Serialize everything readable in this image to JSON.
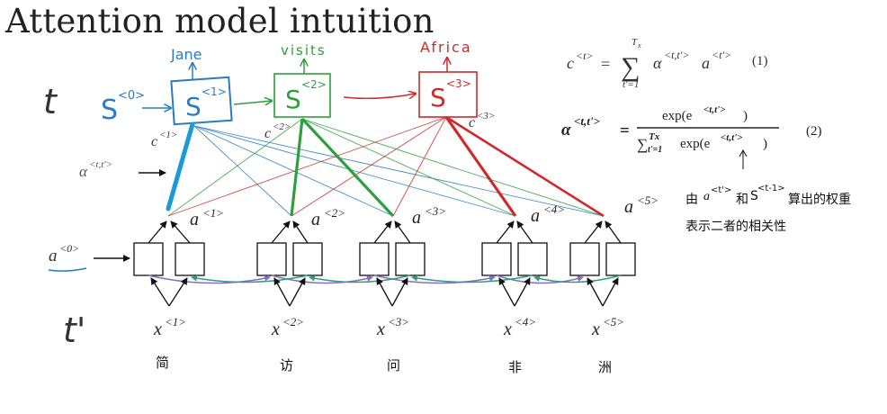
{
  "title": "Attention model intuition",
  "outputs": [
    {
      "word": "Jane",
      "state_label": "S",
      "state_sup": "<1>",
      "context_label": "c",
      "context_sup": "<1>",
      "color": "#2a7cc0"
    },
    {
      "word": "visits",
      "state_label": "S",
      "state_sup": "<2>",
      "context_label": "c",
      "context_sup": "<2>",
      "color": "#2e9e3e"
    },
    {
      "word": "Africa",
      "state_label": "S",
      "state_sup": "<3>",
      "context_label": "c",
      "context_sup": "<3>",
      "color": "#cf2a2a"
    }
  ],
  "initial_state": {
    "label": "S",
    "sup": "<0>"
  },
  "alpha_label": {
    "base": "α",
    "sup": "<t,t'>"
  },
  "a0_label": {
    "base": "a",
    "sup": "<0>"
  },
  "hand_t": "t",
  "hand_t_prime": "t'",
  "annotations": [
    {
      "base": "a",
      "sup": "<1>"
    },
    {
      "base": "a",
      "sup": "<2>"
    },
    {
      "base": "a",
      "sup": "<3>"
    },
    {
      "base": "a",
      "sup": "<4>"
    },
    {
      "base": "a",
      "sup": "<5>"
    }
  ],
  "inputs": [
    {
      "base": "x",
      "sup": "<1>",
      "char": "简"
    },
    {
      "base": "x",
      "sup": "<2>",
      "char": "访"
    },
    {
      "base": "x",
      "sup": "<3>",
      "char": "问"
    },
    {
      "base": "x",
      "sup": "<4>",
      "char": "非"
    },
    {
      "base": "x",
      "sup": "<5>",
      "char": "洲"
    }
  ],
  "formulas": {
    "eq1": {
      "lhs_base": "c",
      "lhs_sup": "<t>",
      "eq": "=",
      "sum_upper": "T",
      "sum_upper_sub": "x",
      "sum_lower": "t'=1",
      "term1_base": "α",
      "term1_sup": "<t,t'>",
      "term2_base": "a",
      "term2_sup": "<t'>",
      "tag": "(1)"
    },
    "eq2": {
      "lhs_base": "α",
      "lhs_sup": "<t,t'>",
      "eq": "=",
      "numerator": "exp(e",
      "num_sup": "<t,t'>",
      "num_close": ")",
      "sum": "∑",
      "sum_upper": "Tx",
      "sum_lower": "t'=1",
      "denominator": "exp(e",
      "den_sup": "<t,t'>",
      "den_close": ")",
      "tag": "(2)"
    }
  },
  "note": {
    "prefix": "由",
    "a_sup": "<t'>",
    "middle": "和",
    "s_sup": "<t-1>",
    "suffix": "算出的权重",
    "line2": "表示二者的相关性"
  },
  "colors": {
    "blue": "#2a7cc0",
    "green": "#2e9e3e",
    "red": "#cf2a2a",
    "purple": "#8a6cc4",
    "teal": "#2aa07e"
  }
}
